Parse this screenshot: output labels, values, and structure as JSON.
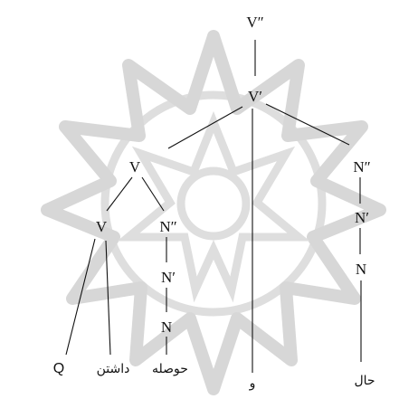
{
  "nodes": {
    "v_double_bar": "V″",
    "v_bar": "V′",
    "v_mid": "V",
    "v_low": "V",
    "n_double_bar_right": "N″",
    "n_bar_right": "N′",
    "n_right": "N",
    "n_double_bar_mid": "N″",
    "n_bar_mid": "N′",
    "n_mid": "N"
  },
  "leaves": {
    "q": "Q",
    "dashtan": "داشتن",
    "hosele": "حوصله",
    "va": "و",
    "hal": "حال"
  },
  "colors": {
    "ink": "#111111",
    "watermark": "#d7d7d7"
  }
}
